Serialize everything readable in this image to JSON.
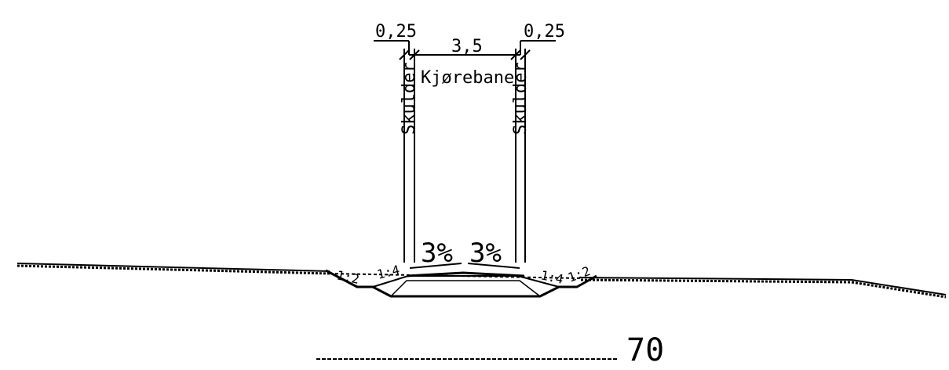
{
  "dimensions": {
    "left_shoulder_width": "0,25",
    "lane_width": "3,5",
    "right_shoulder_width": "0,25"
  },
  "labels": {
    "lane": "Kjørebane",
    "left_shoulder": "Skulder",
    "right_shoulder": "Skulder"
  },
  "crossfall": {
    "left": "3%",
    "right": "3%"
  },
  "ditch_slopes": {
    "left_outer": "1:2",
    "left_inner": "1:4",
    "right_inner": "1:4",
    "right_outer": "1:2"
  },
  "scale": {
    "value": "70"
  }
}
